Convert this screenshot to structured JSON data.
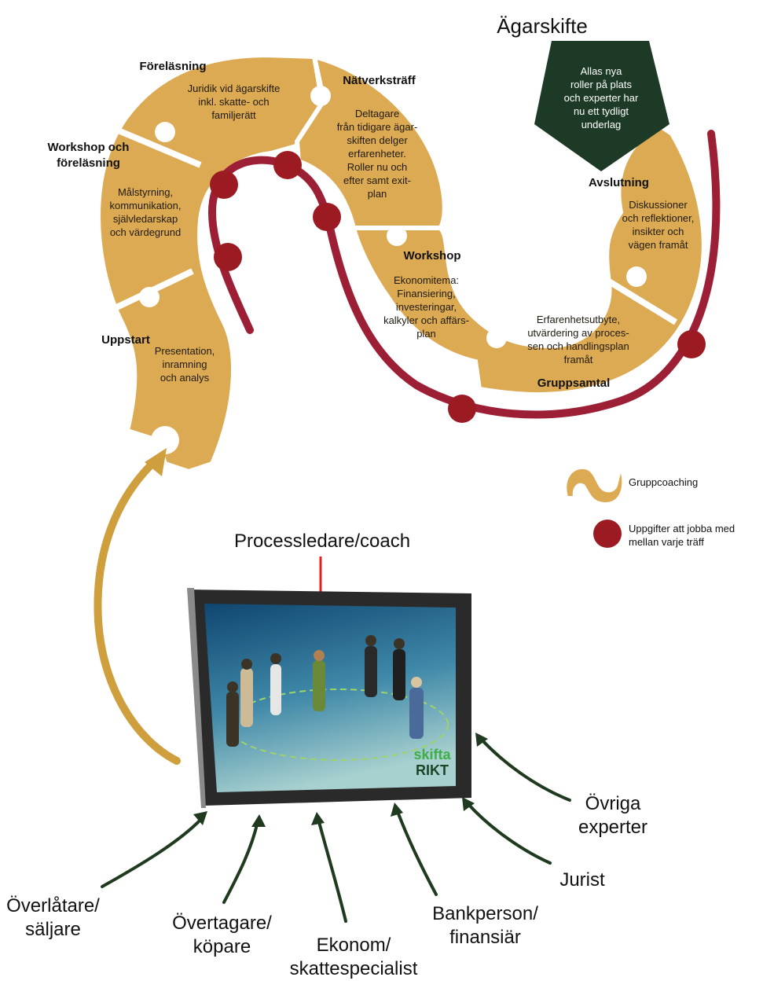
{
  "title": "Ägarskifte",
  "final_box": {
    "lines": [
      "Allas nya",
      "roller på plats",
      "och experter har",
      "nu ett tydligt",
      "underlag"
    ]
  },
  "stages": [
    {
      "key": "uppstart",
      "title": "Uppstart",
      "lines": [
        "Presentation,",
        "inramning",
        "och analys"
      ]
    },
    {
      "key": "workshop1",
      "title_lines": [
        "Workshop och",
        "föreläsning"
      ],
      "lines": [
        "Målstyrning,",
        "kommunikation,",
        "självledarskap",
        "och värdegrund"
      ]
    },
    {
      "key": "forelasning",
      "title": "Föreläsning",
      "lines": [
        "Juridik vid ägarskifte",
        "inkl. skatte- och",
        "familjerätt"
      ]
    },
    {
      "key": "natverk",
      "title": "Nätverksträff",
      "lines": [
        "Deltagare",
        "från tidigare ägar-",
        "skiften delger",
        "erfarenheter.",
        "Roller nu och",
        "efter samt exit-",
        "plan"
      ]
    },
    {
      "key": "workshop2",
      "title": "Workshop",
      "lines": [
        "Ekonomitema:",
        "Finansiering,",
        "investeringar,",
        "kalkyler och affärs-",
        "plan"
      ]
    },
    {
      "key": "gruppsamtal",
      "title": "Gruppsamtal",
      "lines": [
        "Erfarenhetsutbyte,",
        "utvärdering av proces-",
        "sen och handlingsplan",
        "framåt"
      ]
    },
    {
      "key": "avslutning",
      "title": "Avslutning",
      "lines": [
        "Diskussioner",
        "och reflektioner,",
        "insikter och",
        "vägen framåt"
      ]
    }
  ],
  "legend": {
    "puzzle_label": "Gruppcoaching",
    "dot_lines": [
      "Uppgifter att jobba med",
      "mellan varje träff"
    ]
  },
  "coach_label": "Processledare/coach",
  "screen_logo": {
    "top": "skifta",
    "bottom": "RIKT"
  },
  "participants": {
    "overlatare": [
      "Överlåtare/",
      "säljare"
    ],
    "overtagare": [
      "Övertagare/",
      "köpare"
    ],
    "ekonom": [
      "Ekonom/",
      "skattespecialist"
    ],
    "bank": [
      "Bankperson/",
      "finansiär"
    ],
    "jurist": [
      "Jurist"
    ],
    "ovriga": [
      "Övriga",
      "experter"
    ]
  },
  "colors": {
    "puzzle": "#dcaa52",
    "puzzle_dark": "#c9963e",
    "path": "#9c1f35",
    "dot": "#9c1a22",
    "pentagon": "#1d3a26",
    "gold_arrow": "#cf9f3e",
    "green_arrow": "#1f3a1e",
    "red_arrow": "#e02020",
    "screen_bg_top": "#1a5a86",
    "screen_bg_bottom": "#8fbfcf"
  }
}
